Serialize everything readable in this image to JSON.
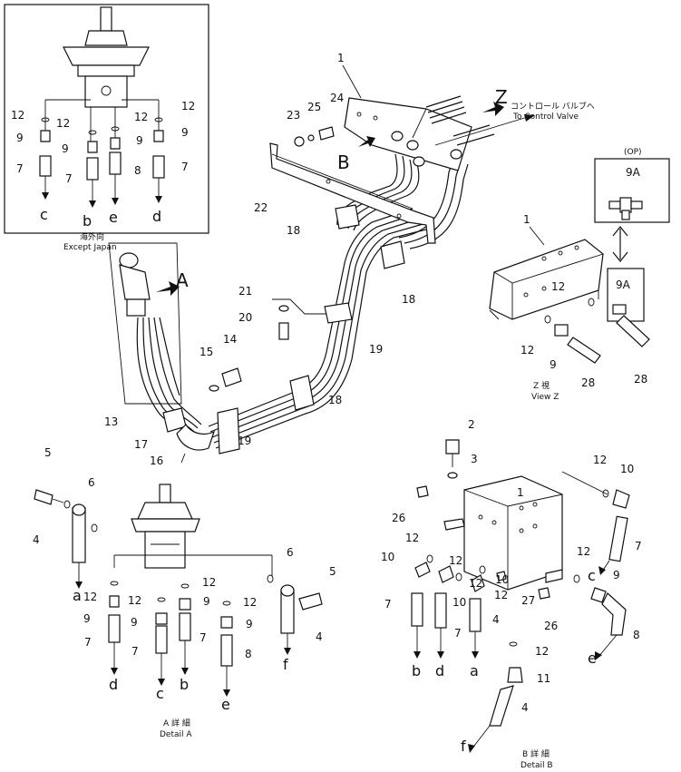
{
  "callouts": {
    "n1_top": "1",
    "n1_right": "1",
    "n1_detailb": "1",
    "n2": "2",
    "n3": "3",
    "n4_a": "4",
    "n4_b": "4",
    "n4_c": "4",
    "n4_d": "4",
    "n5_a": "5",
    "n5_b": "5",
    "n6_a": "6",
    "n6_b": "6",
    "n7": "7",
    "n8": "8",
    "n9": "9",
    "n9a": "9A",
    "n10": "10",
    "n11": "11",
    "n12": "12",
    "n13": "13",
    "n14": "14",
    "n15": "15",
    "n16": "16",
    "n17": "17",
    "n18": "18",
    "n19": "19",
    "n20": "20",
    "n21": "21",
    "n22": "22",
    "n23": "23",
    "n24": "24",
    "n25": "25",
    "n26": "26",
    "n27": "27",
    "n28": "28"
  },
  "port_letters": {
    "a": "a",
    "b": "b",
    "c": "c",
    "d": "d",
    "e": "e",
    "f": "f"
  },
  "view_letters": {
    "A": "A",
    "B": "B",
    "Z": "Z"
  },
  "labels": {
    "except_japan_jp": "海外向",
    "except_japan": "Except Japan",
    "to_control_valve_jp": "コントロール バルブへ",
    "to_control_valve": "To Control Valve",
    "op": "(OP)",
    "view_z_jp": "Z 視",
    "view_z": "View Z",
    "detail_a_jp": "A 詳 細",
    "detail_a": "Detail A",
    "detail_b_jp": "B 詳 細",
    "detail_b": "Detail B"
  }
}
